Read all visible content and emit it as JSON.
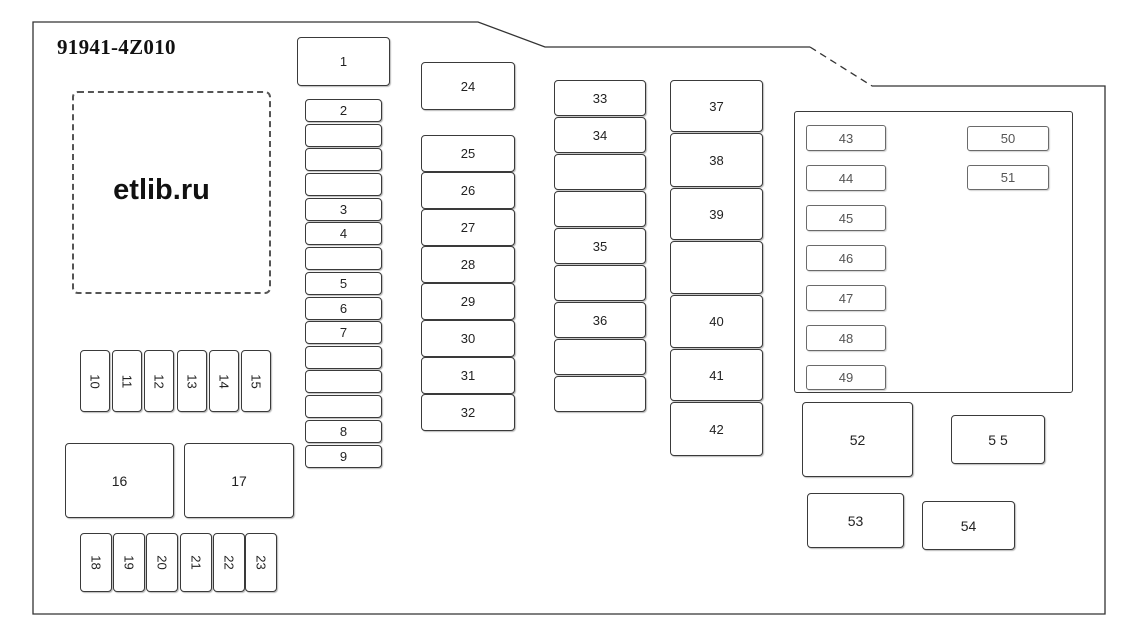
{
  "diagram": {
    "part_number": "91941-4Z010",
    "watermark": "etlib.ru",
    "fuses": {
      "column_a": [
        "1",
        "2",
        "3",
        "4",
        "5",
        "6",
        "7",
        "8",
        "9"
      ],
      "row_small_top": [
        "10",
        "11",
        "12",
        "13",
        "14",
        "15"
      ],
      "large_left": [
        "16",
        "17"
      ],
      "row_small_bottom": [
        "18",
        "19",
        "20",
        "21",
        "22",
        "23"
      ],
      "column_b": [
        "24",
        "25",
        "26",
        "27",
        "28",
        "29",
        "30",
        "31",
        "32"
      ],
      "column_c": [
        "33",
        "34",
        "35",
        "36"
      ],
      "column_d": [
        "37",
        "38",
        "39",
        "40",
        "41",
        "42"
      ],
      "panel_left": [
        "43",
        "44",
        "45",
        "46",
        "47",
        "48",
        "49"
      ],
      "panel_right": [
        "50",
        "51"
      ],
      "large_right": [
        "52",
        "53",
        "54",
        "5 5"
      ]
    }
  }
}
